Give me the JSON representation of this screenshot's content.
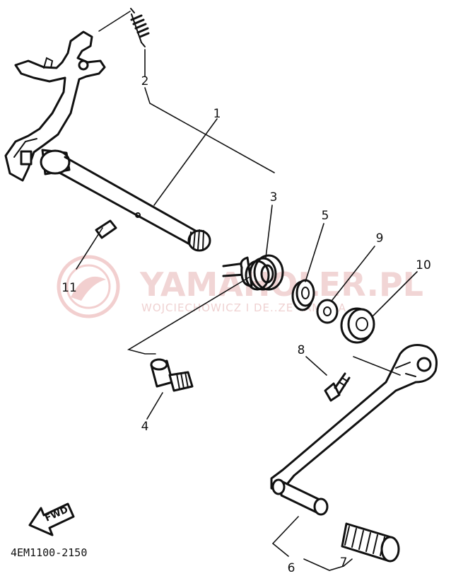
{
  "diagram_code": "4EM1100-2150",
  "direction_label": "FWD",
  "watermark": {
    "title": "YAMAHOLER.PL",
    "subtitle": "WOJCIECHOWICZ I DE..ZE YAMAHA"
  },
  "callouts": [
    {
      "id": "1",
      "label": "1"
    },
    {
      "id": "2",
      "label": "2"
    },
    {
      "id": "3",
      "label": "3"
    },
    {
      "id": "4",
      "label": "4"
    },
    {
      "id": "5",
      "label": "5"
    },
    {
      "id": "6",
      "label": "6"
    },
    {
      "id": "7",
      "label": "7"
    },
    {
      "id": "8",
      "label": "8"
    },
    {
      "id": "9",
      "label": "9"
    },
    {
      "id": "10",
      "label": "10"
    },
    {
      "id": "11",
      "label": "11"
    }
  ]
}
